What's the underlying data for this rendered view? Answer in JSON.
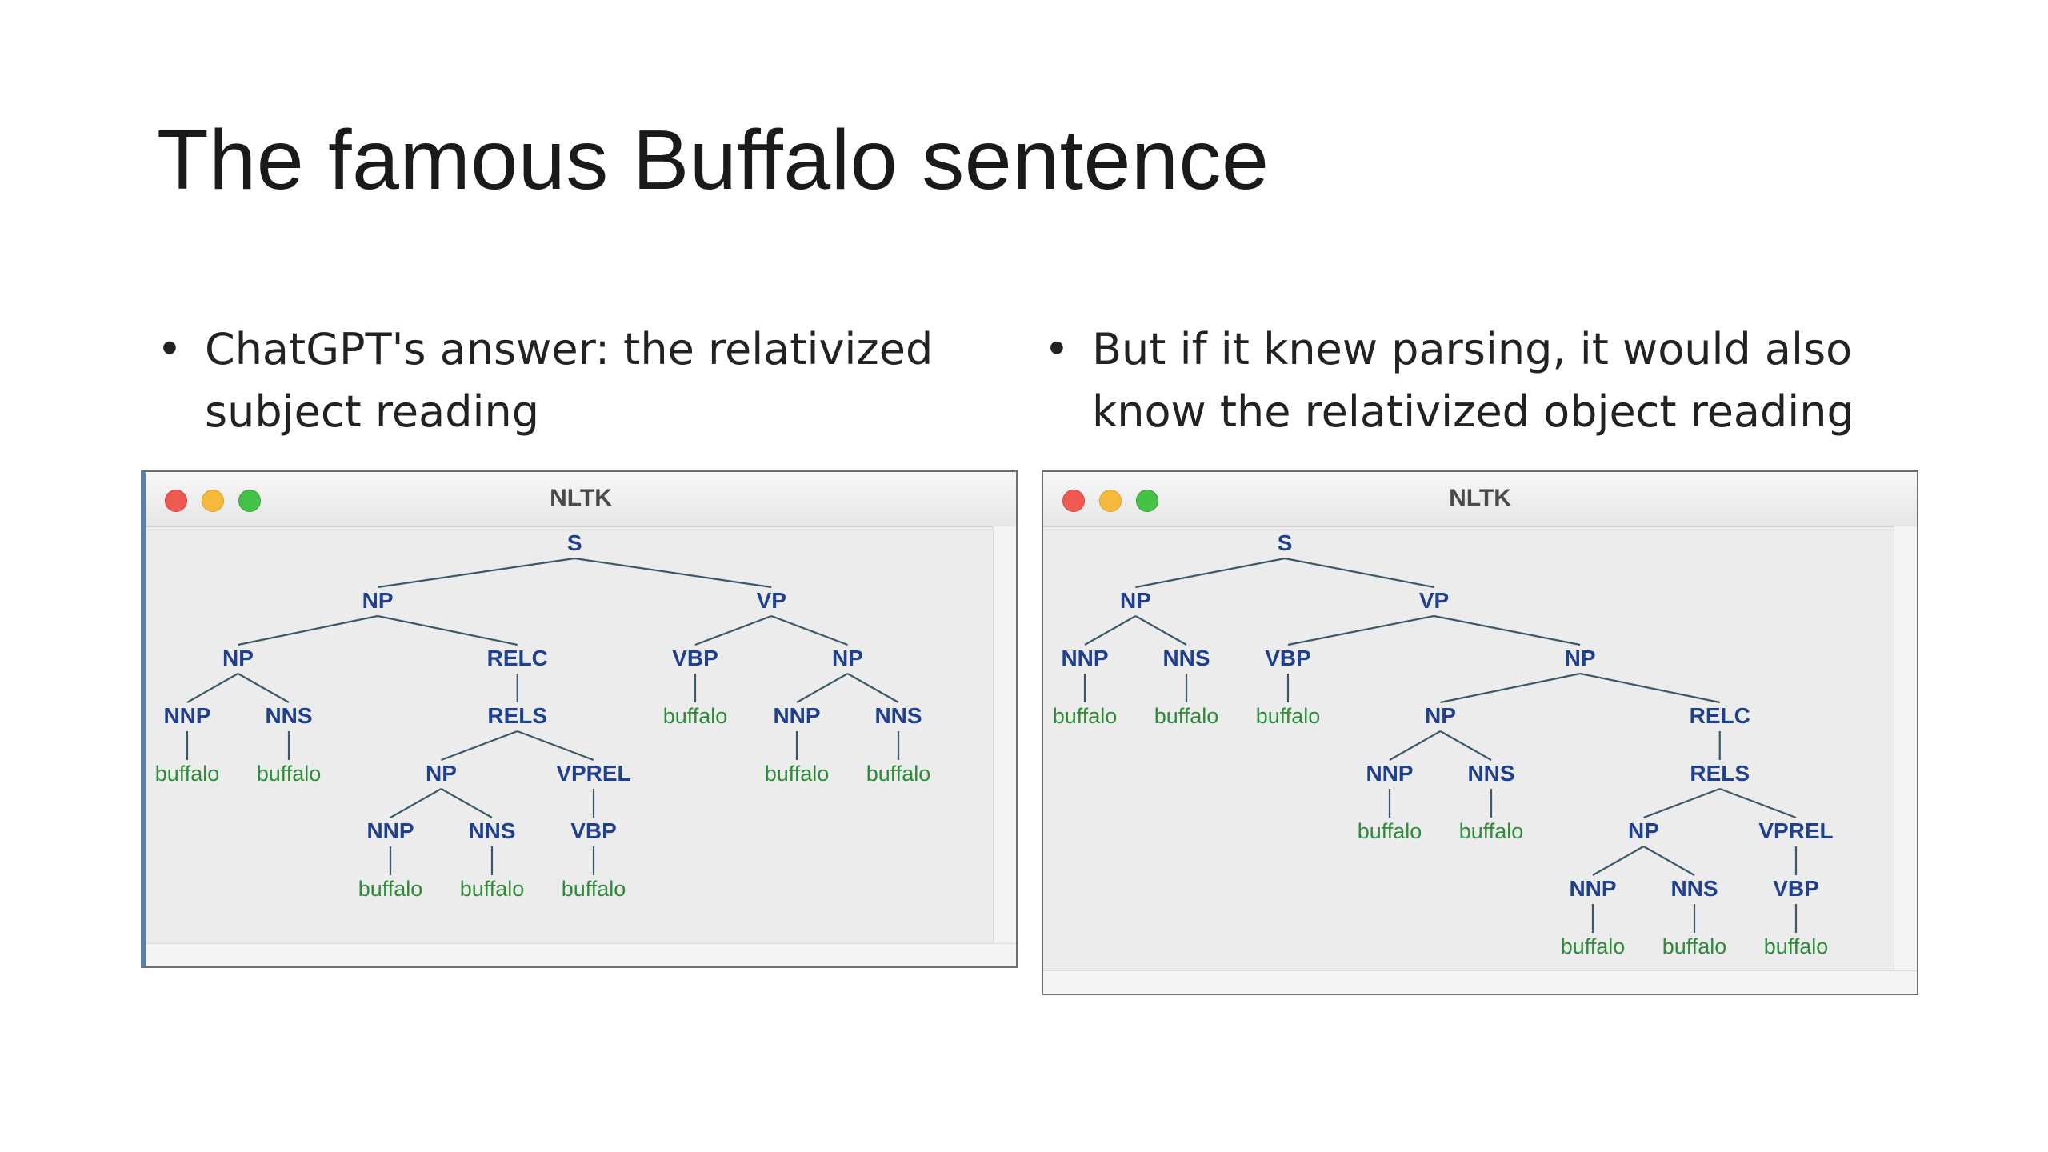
{
  "slide": {
    "title": "The famous Buffalo sentence",
    "bullet_left_line1": "ChatGPT's answer: the relativized",
    "bullet_left_line2": "subject reading",
    "bullet_right_line1": "But if it knew parsing, it would also",
    "bullet_right_line2": "know the relativized object reading",
    "bullet_symbol": "•"
  },
  "colors": {
    "node": "#1f3f8f",
    "leaf": "#2f8a3a",
    "edge": "#3a5a6a"
  },
  "windows": [
    {
      "title": "NLTK",
      "tree": [
        "S",
        [
          "NP",
          [
            "NP",
            [
              "NNP",
              "buffalo"
            ],
            [
              "NNS",
              "buffalo"
            ]
          ],
          [
            "RELC",
            [
              "RELS",
              [
                "NP",
                [
                  "NNP",
                  "buffalo"
                ],
                [
                  "NNS",
                  "buffalo"
                ]
              ],
              [
                "VPREL",
                [
                  "VBP",
                  "buffalo"
                ]
              ]
            ]
          ]
        ],
        [
          "VP",
          [
            "VBP",
            "buffalo"
          ],
          [
            "NP",
            [
              "NNP",
              "buffalo"
            ],
            [
              "NNS",
              "buffalo"
            ]
          ]
        ]
      ]
    },
    {
      "title": "NLTK",
      "tree": [
        "S",
        [
          "NP",
          [
            "NNP",
            "buffalo"
          ],
          [
            "NNS",
            "buffalo"
          ]
        ],
        [
          "VP",
          [
            "VBP",
            "buffalo"
          ],
          [
            "NP",
            [
              "NP",
              [
                "NNP",
                "buffalo"
              ],
              [
                "NNS",
                "buffalo"
              ]
            ],
            [
              "RELC",
              [
                "RELS",
                [
                  "NP",
                  [
                    "NNP",
                    "buffalo"
                  ],
                  [
                    "NNS",
                    "buffalo"
                  ]
                ],
                [
                  "VPREL",
                  [
                    "VBP",
                    "buffalo"
                  ]
                ]
              ]
            ]
          ]
        ]
      ]
    }
  ]
}
